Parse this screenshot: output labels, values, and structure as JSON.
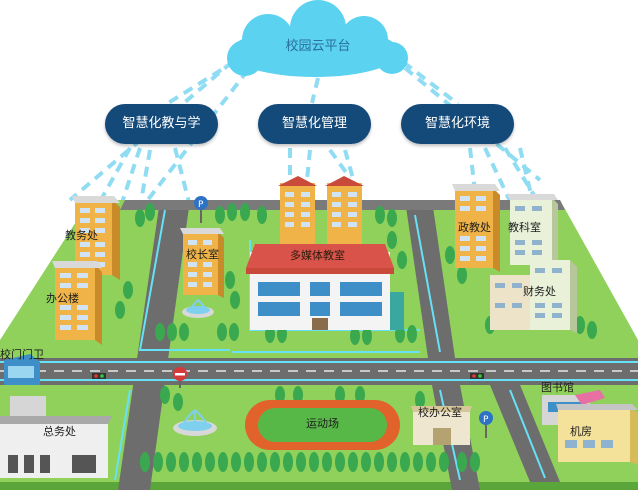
{
  "cloud": {
    "label": "校园云平台"
  },
  "pills": [
    {
      "label": "智慧化教与学"
    },
    {
      "label": "智慧化管理"
    },
    {
      "label": "智慧化环境"
    }
  ],
  "buildings": {
    "jiaowuchu": "教务处",
    "xiaozhangshi": "校长室",
    "bangonglou": "办公楼",
    "duomeiti": "多媒体教室",
    "zhengjiaochu": "政教处",
    "jiaokeshi": "教科室",
    "caiwuchu": "财务处",
    "xiaomenmenwei": "校门门卫",
    "zongwuchu": "总务处",
    "yundongchang": "运动场",
    "xiaobangongshi": "校办公室",
    "tushuguan": "图书馆",
    "jifang": "机房"
  },
  "colors": {
    "cloud": "#5ad2f0",
    "pill": "#144a7a",
    "grass": "#8fd15a",
    "road": "#6d6d6d",
    "network_line": "#7fe3f7",
    "track": "#e2622c",
    "field": "#57b848"
  }
}
